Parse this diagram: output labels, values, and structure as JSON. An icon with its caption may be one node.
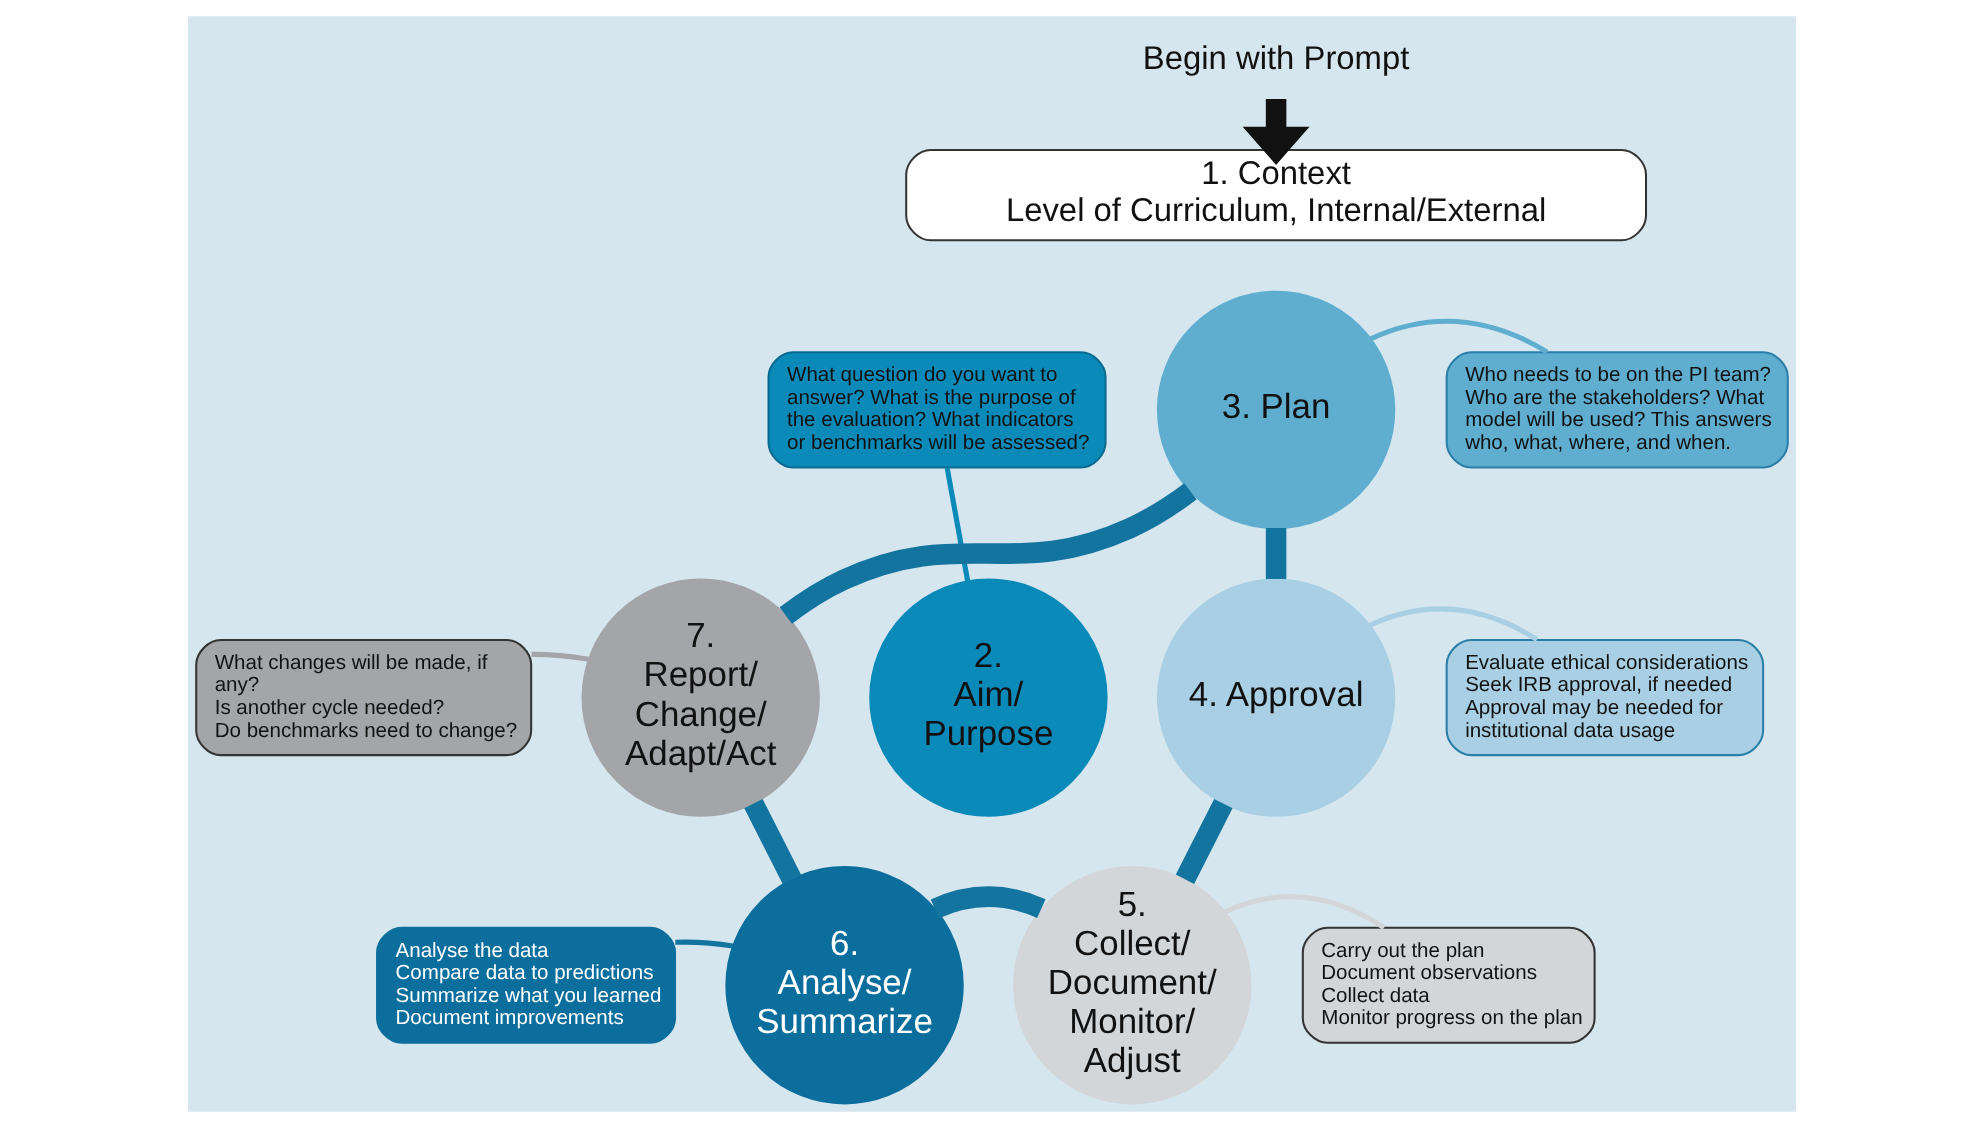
{
  "diagram": {
    "nodes": [
      {
        "text": [
          "Begin with Prompt"
        ]
      },
      {
        "text": [
          "1. Context",
          "Level of Curriculum, Internal/External"
        ]
      },
      {
        "text": [
          "What question do you want to answer? What is the purpose of the evaluation? What indicators or benchmarks will be assessed?"
        ]
      },
      {
        "text": [
          "3. Plan"
        ]
      },
      {
        "text": [
          "Who needs to be on the PI team? Who are the stakeholders? What model will be used? This answers who, what, where, and when."
        ]
      },
      {
        "text": [
          "What changes will be made, if any?",
          "Is another cycle needed?",
          "Do benchmarks need to change?"
        ]
      },
      {
        "text": [
          "7. Report/ Change/ Adapt/Act"
        ]
      },
      {
        "text": [
          "2. Aim/ Purpose"
        ]
      },
      {
        "text": [
          "4. Approval"
        ]
      },
      {
        "text": [
          "Evaluate ethical considerations",
          "Seek IRB approval, if needed",
          "Approval may be needed for institutional data usage"
        ]
      },
      {
        "text": [
          "Analyse the data",
          "Compare data to predictions",
          "Summarize what you learned",
          "Document improvements"
        ]
      },
      {
        "text": [
          "6. Analyse/ Summarize"
        ]
      },
      {
        "text": [
          "5. Collect/ Document/ Monitor/ Adjust"
        ]
      },
      {
        "text": [
          "Carry out the plan",
          "Document observations",
          "Collect data",
          "Monitor progress on the plan"
        ]
      }
    ],
    "edges": [
      {
        "from": 0,
        "to": 1,
        "arrow": "to",
        "style": "thick",
        "color": "#111111"
      },
      {
        "from": 2,
        "to": 7,
        "arrow": "none",
        "color": "#0a8ab8"
      },
      {
        "from": 3,
        "to": 4,
        "arrow": "none",
        "color": "#5faed0"
      },
      {
        "from": 5,
        "to": 6,
        "arrow": "none",
        "color": "#a3a5a8"
      },
      {
        "from": 8,
        "to": 9,
        "arrow": "none",
        "color": "#a8cfe3"
      },
      {
        "from": 10,
        "to": 11,
        "arrow": "none"
      },
      {
        "from": 12,
        "to": 13,
        "arrow": "none",
        "color": "#d3d6d9"
      },
      {
        "from": 3,
        "to": 8,
        "arrow": "none",
        "style": "thick"
      },
      {
        "from": 8,
        "to": 12,
        "arrow": "none",
        "style": "thick"
      },
      {
        "from": 12,
        "to": 11,
        "arrow": "none",
        "style": "thick"
      },
      {
        "from": 11,
        "to": 6,
        "arrow": "none",
        "style": "thick"
      },
      {
        "from": 6,
        "to": 3,
        "arrow": "none",
        "style": "thick"
      }
    ]
  }
}
